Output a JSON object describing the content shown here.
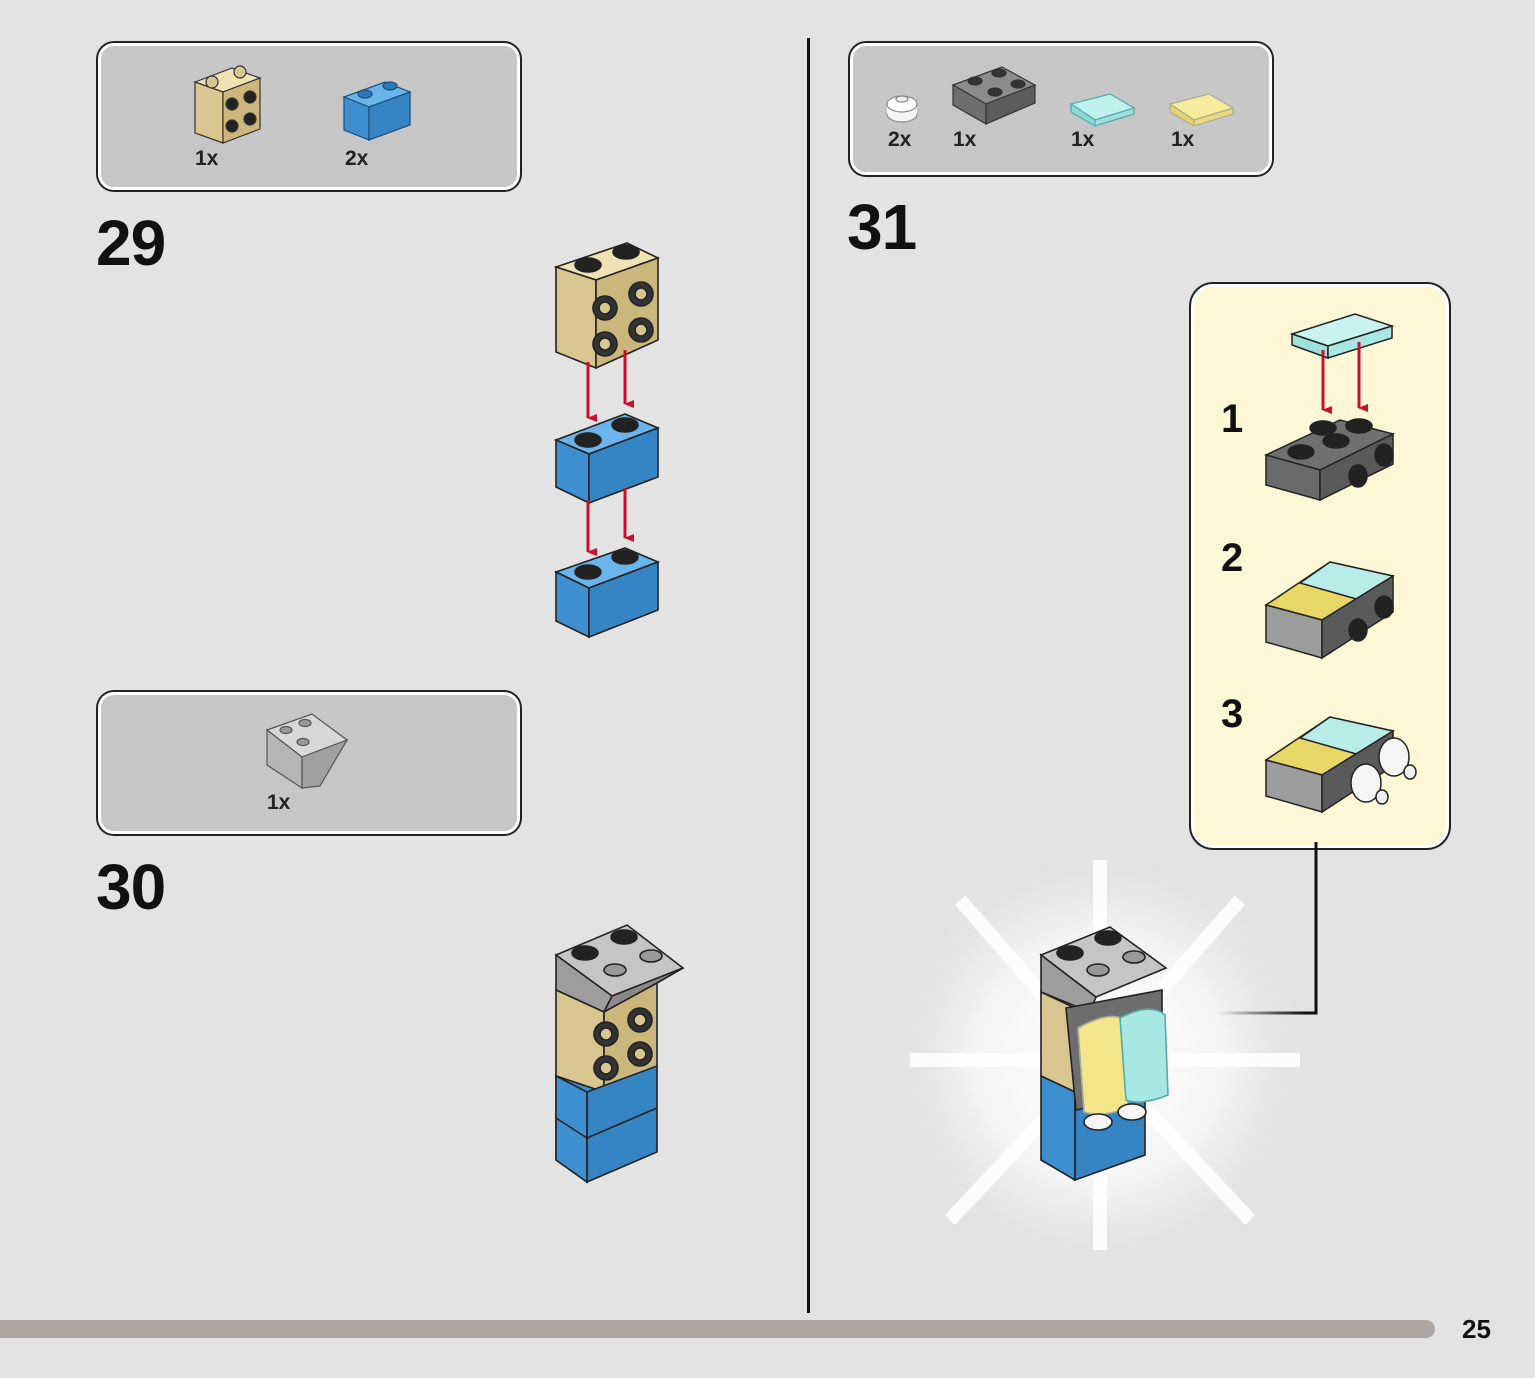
{
  "page": {
    "number": "25"
  },
  "steps": [
    {
      "number": "29",
      "parts": [
        {
          "qty": "1x",
          "part": "tan-2x2-brick-studs-side"
        },
        {
          "qty": "2x",
          "part": "blue-1x2-brick"
        }
      ]
    },
    {
      "number": "30",
      "parts": [
        {
          "qty": "1x",
          "part": "gray-inverted-slope"
        }
      ]
    },
    {
      "number": "31",
      "parts": [
        {
          "qty": "2x",
          "part": "white-round-plate"
        },
        {
          "qty": "1x",
          "part": "dark-gray-plate-with-studs-side"
        },
        {
          "qty": "1x",
          "part": "trans-light-blue-curved-slope"
        },
        {
          "qty": "1x",
          "part": "trans-yellow-curved-slope"
        }
      ],
      "substeps": [
        "1",
        "2",
        "3"
      ]
    }
  ],
  "colors": {
    "background": "#e3e3e3",
    "parts_box": "#c6c6c6",
    "callout": "#fdf7d6",
    "arrow": "#c8102e",
    "tan": "#d8c58f",
    "blue": "#3d8fd0",
    "gray": "#a7a7a7",
    "dark_gray": "#6e6e6e",
    "trans_blue": "#a8e8e4",
    "trans_yellow": "#f3e58a"
  }
}
